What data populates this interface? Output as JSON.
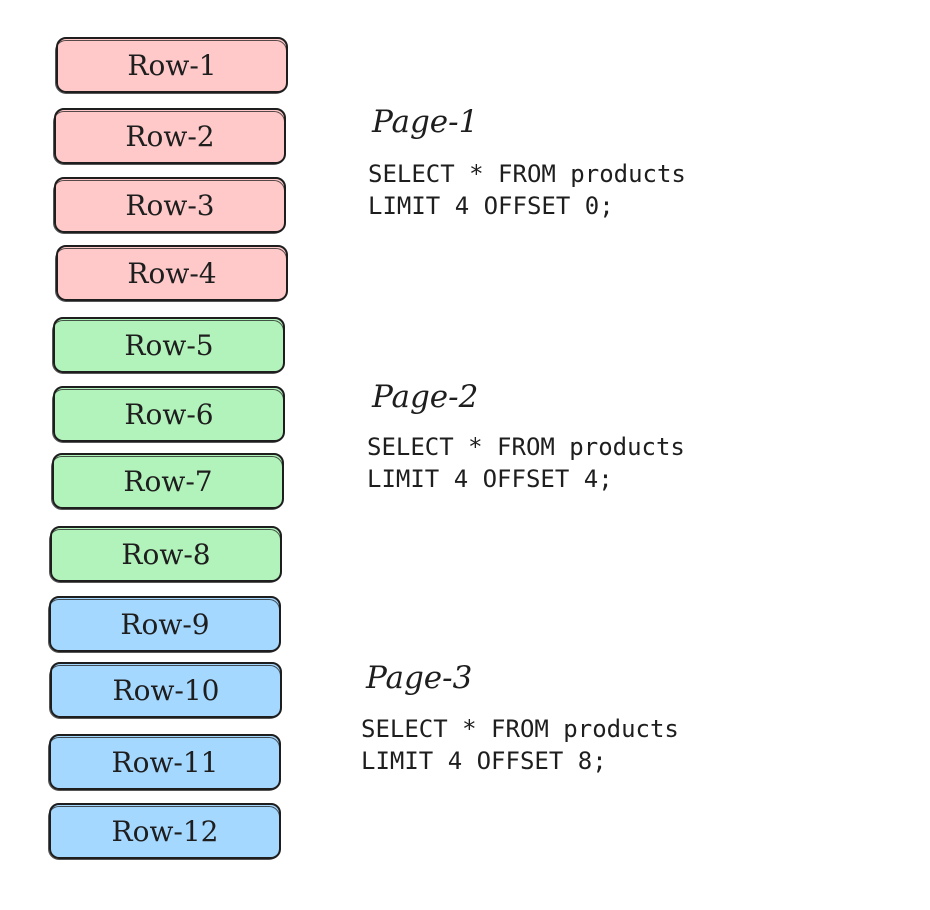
{
  "rows": [
    {
      "label": "Row-1",
      "color": "#ffc9c9"
    },
    {
      "label": "Row-2",
      "color": "#ffc9c9"
    },
    {
      "label": "Row-3",
      "color": "#ffc9c9"
    },
    {
      "label": "Row-4",
      "color": "#ffc9c9"
    },
    {
      "label": "Row-5",
      "color": "#b2f2bb"
    },
    {
      "label": "Row-6",
      "color": "#b2f2bb"
    },
    {
      "label": "Row-7",
      "color": "#b2f2bb"
    },
    {
      "label": "Row-8",
      "color": "#b2f2bb"
    },
    {
      "label": "Row-9",
      "color": "#a5d8ff"
    },
    {
      "label": "Row-10",
      "color": "#a5d8ff"
    },
    {
      "label": "Row-11",
      "color": "#a5d8ff"
    },
    {
      "label": "Row-12",
      "color": "#a5d8ff"
    }
  ],
  "pages": [
    {
      "title": "Page-1",
      "sql_line1": "SELECT * FROM products",
      "sql_line2": "LIMIT 4 OFFSET 0;"
    },
    {
      "title": "Page-2",
      "sql_line1": "SELECT * FROM products",
      "sql_line2": "LIMIT 4 OFFSET 4;"
    },
    {
      "title": "Page-3",
      "sql_line1": "SELECT * FROM products",
      "sql_line2": "LIMIT 4 OFFSET 8;"
    }
  ]
}
